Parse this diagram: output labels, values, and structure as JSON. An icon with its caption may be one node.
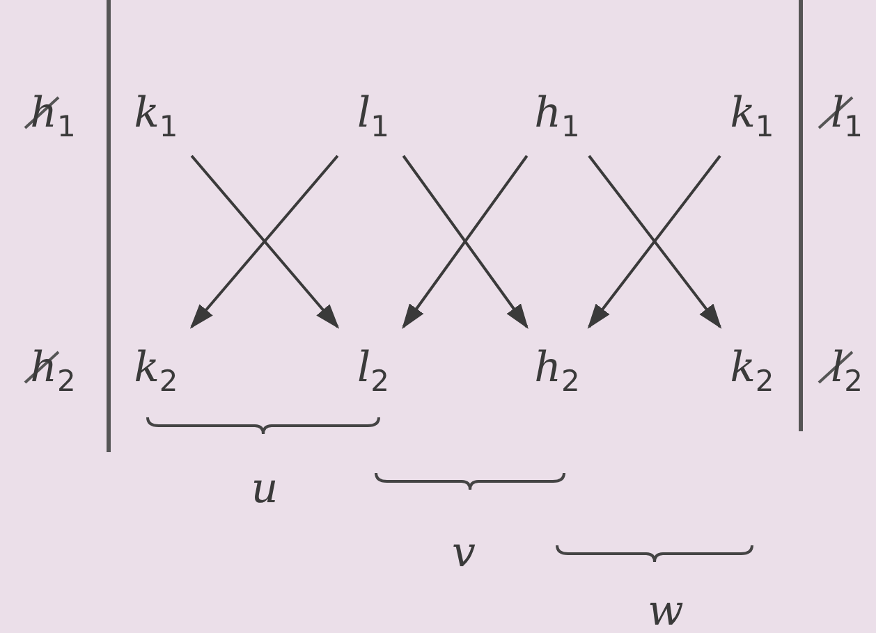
{
  "diagram": {
    "nodes": [
      {
        "text": [
          "k$_{1}$"
        ]
      },
      {
        "text": [
          "l$_{1}$"
        ]
      },
      {
        "text": [
          "h$_{1}$"
        ]
      },
      {
        "text": [
          "k$_{1}$"
        ]
      },
      {
        "text": [
          "k$_{2}$"
        ]
      },
      {
        "text": [
          "l$_{2}$"
        ]
      },
      {
        "text": [
          "h$_{2}$"
        ]
      },
      {
        "text": [
          "k$_{2}$"
        ]
      }
    ],
    "edges": [
      {
        "from": 0,
        "to": 5,
        "arrow": "to"
      },
      {
        "from": 1,
        "to": 4,
        "arrow": "to"
      },
      {
        "from": 1,
        "to": 6,
        "arrow": "to"
      },
      {
        "from": 2,
        "to": 5,
        "arrow": "to"
      },
      {
        "from": 2,
        "to": 7,
        "arrow": "to"
      },
      {
        "from": 3,
        "to": 6,
        "arrow": "to"
      }
    ],
    "labels": [
      "h$_{1}$",
      "l$_{1}$",
      "h$_{2}$",
      "l$_{2}$",
      "u",
      "v",
      "w"
    ]
  }
}
